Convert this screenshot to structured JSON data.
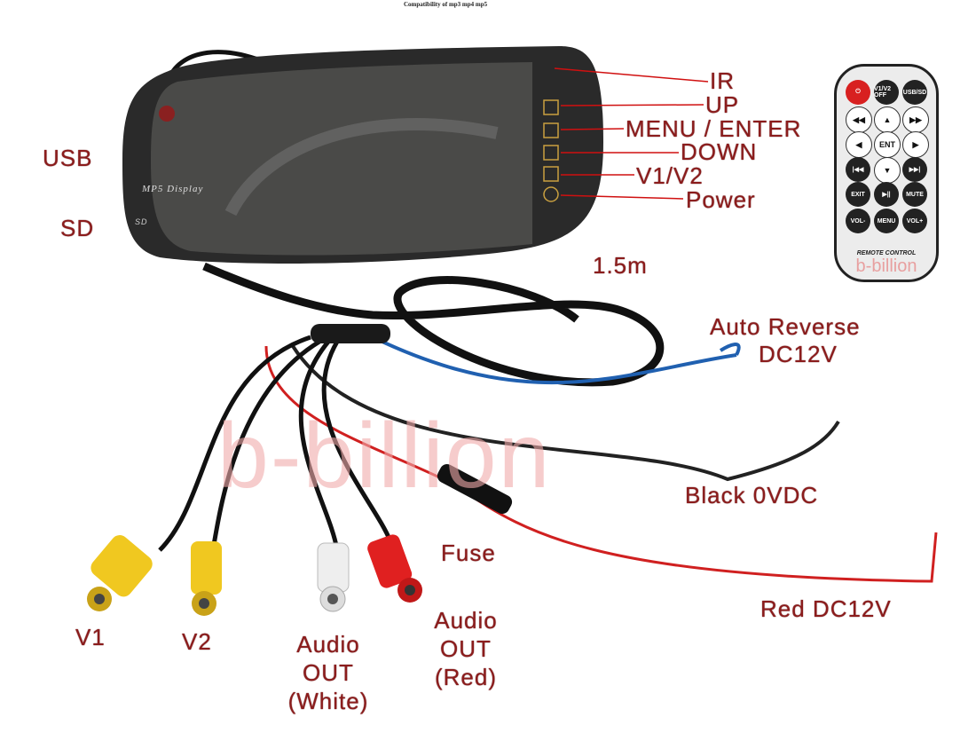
{
  "title": "Compatibility of mp3 mp4 mp5",
  "watermark": "b-billion",
  "mirror": {
    "screen_text": "MP5 Display",
    "sd_logo": "SD"
  },
  "labels": {
    "ir": "IR",
    "up": "UP",
    "menu": "MENU / ENTER",
    "down": "DOWN",
    "v1v2": "V1/V2",
    "power": "Power",
    "usb": "USB",
    "sd": "SD",
    "length": "1.5m",
    "auto_reverse_1": "Auto Reverse",
    "auto_reverse_2": "DC12V",
    "black": "Black 0VDC",
    "fuse": "Fuse",
    "red": "Red DC12V",
    "v1": "V1",
    "v2": "V2",
    "audio_white": [
      "Audio",
      "OUT",
      "(White)"
    ],
    "audio_red": [
      "Audio",
      "OUT",
      "(Red)"
    ]
  },
  "remote": {
    "buttons": [
      "⏻",
      "V1/V2 OFF",
      "USB/SD",
      "◀◀",
      "▲",
      "▶▶",
      "◀",
      "ENT",
      "▶",
      "|◀◀",
      "▼",
      "▶▶|",
      "EXIT",
      "▶||",
      "MUTE",
      "VOL-",
      "MENU",
      "VOL+"
    ],
    "caption": "REMOTE CONTROL",
    "brand": "b-billion"
  },
  "colors": {
    "label": "#8b1c1c",
    "pointer": "#d01010",
    "watermark": "#f0aaaa"
  }
}
